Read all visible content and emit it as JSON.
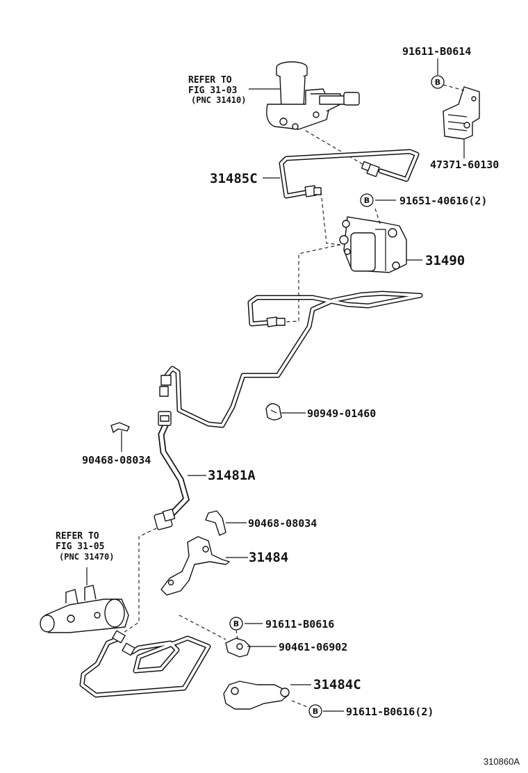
{
  "labels": {
    "p_91611_b0614": "91611-B0614",
    "p_47371_60130": "47371-60130",
    "p_31485c": "31485C",
    "p_91651_40616": "91651-40616(2)",
    "p_31490": "31490",
    "p_90949_01460": "90949-01460",
    "p_90468_08034_a": "90468-08034",
    "p_31481a": "31481A",
    "p_90468_08034_b": "90468-08034",
    "p_31484": "31484",
    "p_91611_b0616": "91611-B0616",
    "p_90461_06902": "90461-06902",
    "p_31484c": "31484C",
    "p_91611_b0616_2": "91611-B0616(2)"
  },
  "refer_top": {
    "line1": "REFER TO",
    "line2": "FIG 31-03",
    "line3": "(PNC 31410)"
  },
  "refer_bottom": {
    "line1": "REFER TO",
    "line2": "FIG 31-05",
    "line3": "(PNC 31470)"
  },
  "badge_letter": "B",
  "figure_code": "310860A"
}
